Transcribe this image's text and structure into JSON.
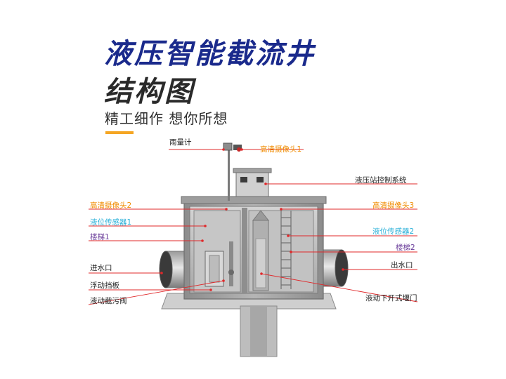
{
  "header": {
    "title_line1": "液压智能截流井",
    "title_line2": "结构图",
    "subtitle": "精工细作 想你所想",
    "accent": "#f5a623",
    "title_color": "#1a2a8c"
  },
  "callouts": {
    "rain_gauge": "雨量计",
    "hd_camera_1": "高清摄像头1",
    "control_system": "液压站控制系统",
    "hd_camera_2": "高清摄像头2",
    "hd_camera_3": "高清摄像头3",
    "level_sensor_1": "液位传感器1",
    "level_sensor_2": "液位传感器2",
    "ladder_1": "楼梯1",
    "ladder_2": "楼梯2",
    "inlet": "进水口",
    "outlet": "出水口",
    "floating_baffle": "浮动挡板",
    "sewage_valve": "液动截污阀",
    "lower_weir_gate": "液动下开式堰门"
  },
  "colors": {
    "orange": "#f08c00",
    "cyan": "#2ab0d8",
    "purple": "#6a3d9a",
    "leader_line": "#e0282a"
  }
}
